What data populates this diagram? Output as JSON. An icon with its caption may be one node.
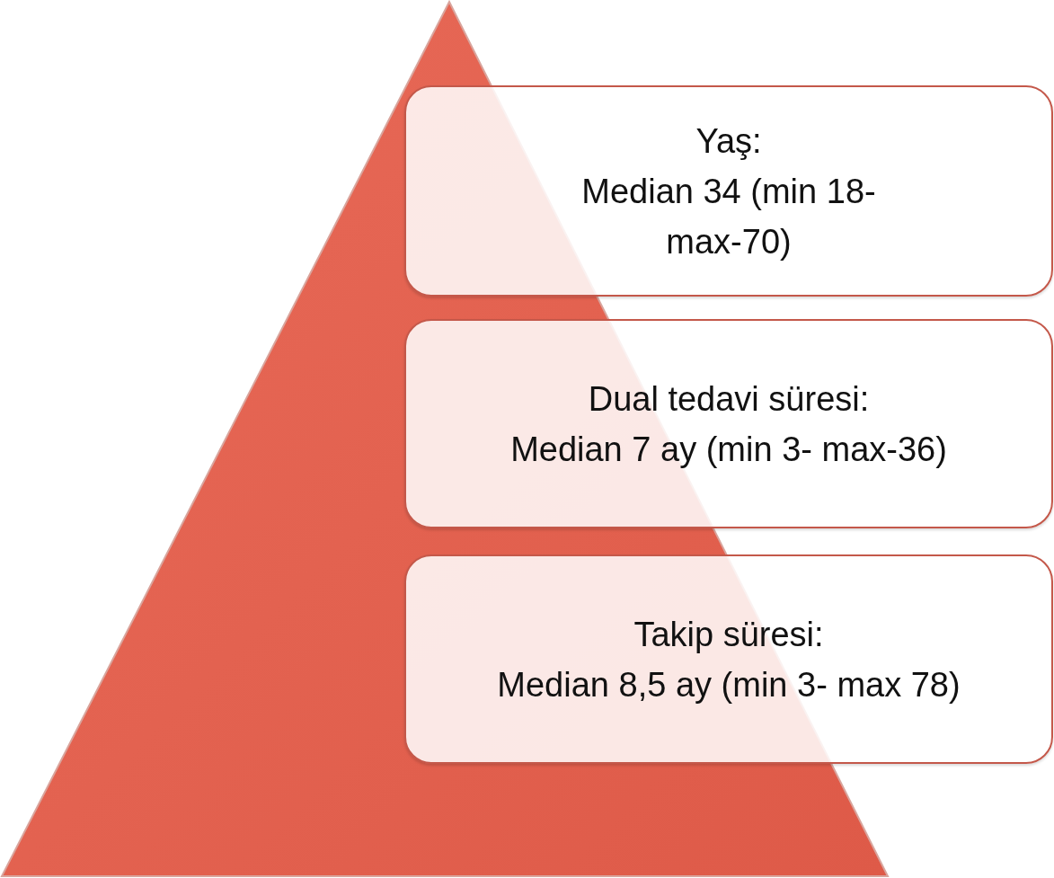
{
  "diagram": {
    "nodes": [
      {
        "text": [],
        "shape": "triangle"
      },
      {
        "text": [
          "Yaş:",
          "Median 34 (min 18- max-70)"
        ]
      },
      {
        "text": [
          "Dual tedavi süresi:",
          "Median 7 ay (min 3- max-36)"
        ]
      },
      {
        "text": [
          "Takip süresi:",
          "Median 8,5 ay (min 3- max 78)"
        ]
      }
    ]
  }
}
